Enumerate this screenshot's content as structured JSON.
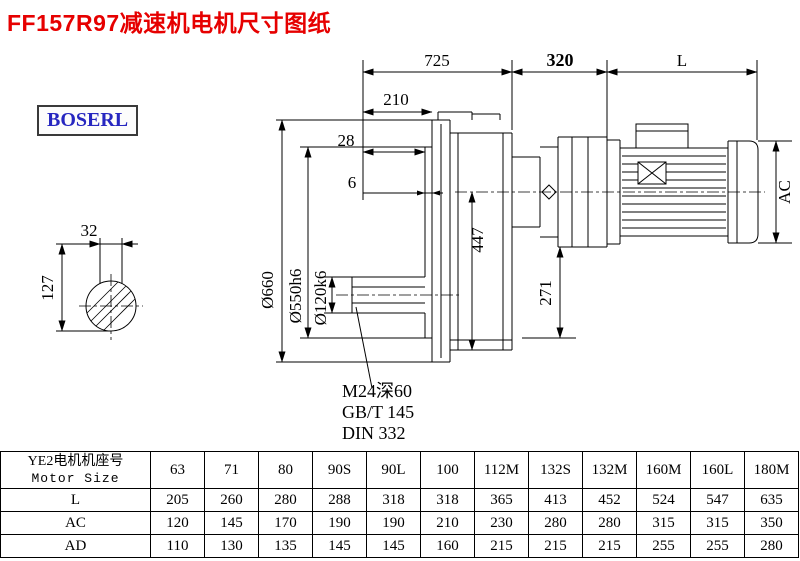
{
  "page": {
    "title": "FF157R97减速机电机尺寸图纸",
    "logo": "BOSERL"
  },
  "dims": {
    "d725": "725",
    "d320": "320",
    "dL": "L",
    "d210": "210",
    "d28": "28",
    "d6": "6",
    "d32": "32",
    "d127": "127",
    "d660": "Ø660",
    "d550": "Ø550h6",
    "d120": "Ø120k6",
    "d447": "447",
    "d271": "271",
    "dAC": "AC"
  },
  "notes": [
    "M24深60",
    "GB/T 145",
    "DIN 332"
  ],
  "table": {
    "header_cn": "YE2电机机座号",
    "header_en": "Motor Size",
    "columns": [
      "63",
      "71",
      "80",
      "90S",
      "90L",
      "100",
      "112M",
      "132S",
      "132M",
      "160M",
      "160L",
      "180M"
    ],
    "rows": [
      {
        "label": "L",
        "values": [
          "205",
          "260",
          "280",
          "288",
          "318",
          "318",
          "365",
          "413",
          "452",
          "524",
          "547",
          "635"
        ]
      },
      {
        "label": "AC",
        "values": [
          "120",
          "145",
          "170",
          "190",
          "190",
          "210",
          "230",
          "280",
          "280",
          "315",
          "315",
          "350"
        ]
      },
      {
        "label": "AD",
        "values": [
          "110",
          "130",
          "135",
          "145",
          "145",
          "160",
          "215",
          "215",
          "215",
          "255",
          "255",
          "280"
        ]
      }
    ]
  }
}
